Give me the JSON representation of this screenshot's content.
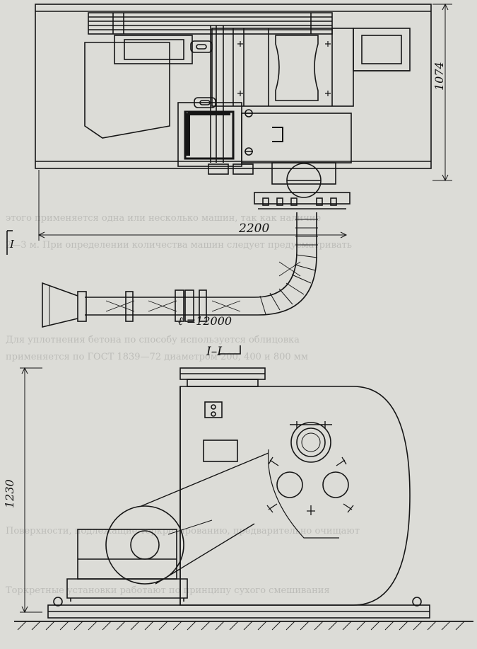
{
  "labels": {
    "dim_1074": "1074",
    "dim_2200": "2200",
    "hose_length": "ℓ =12000",
    "section_mark": "I",
    "section_title": "I–I",
    "dim_1230": "1230"
  },
  "text": {
    "l1": "этого применяется одна или несколько машин, так как наличие",
    "l2": "2—3 м. При определении количества машин следует предусматривать",
    "l3": "Для уплотнения бетона по способу используется облицовка",
    "l4": "применяется по ГОСТ 1839—72 диаметром 200, 400 и 800 мм",
    "l5": "Поверхности, подлежащие торкретированию, предварительно очищают",
    "l6": "Торкретные установки работают по принципу сухого смешивания"
  }
}
